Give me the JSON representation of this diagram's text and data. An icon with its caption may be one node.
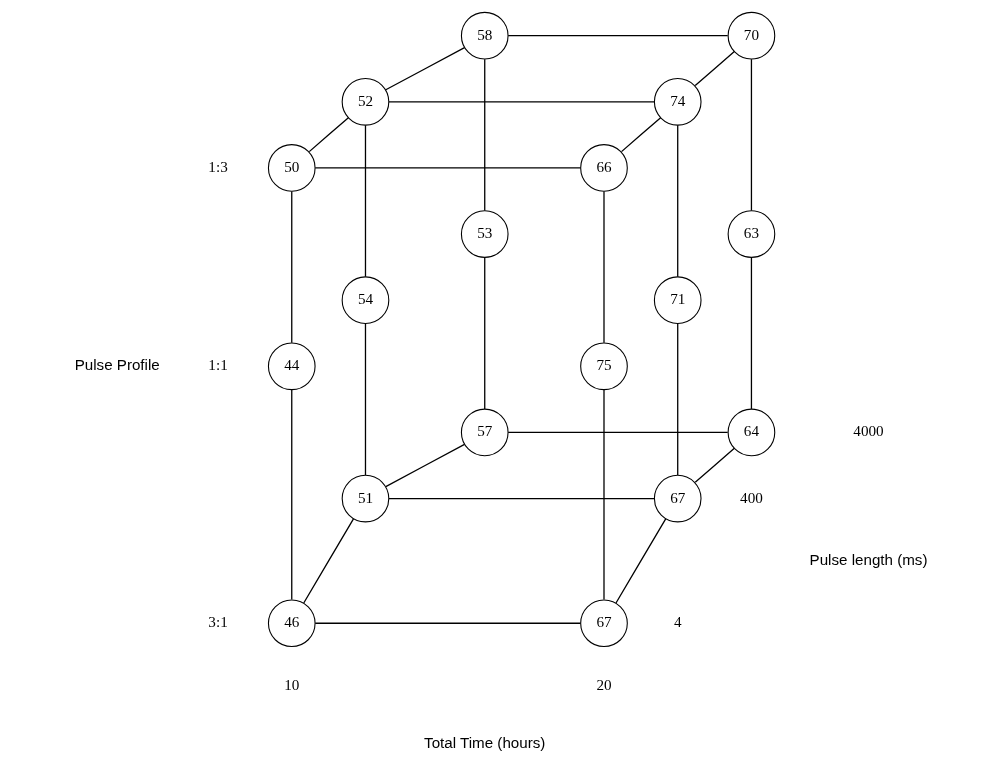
{
  "diagram": {
    "nodes": [
      {
        "text": [
          "58"
        ]
      },
      {
        "text": [
          "70"
        ]
      },
      {
        "text": [
          "52"
        ]
      },
      {
        "text": [
          "74"
        ]
      },
      {
        "text": [
          "50"
        ]
      },
      {
        "text": [
          "66"
        ]
      },
      {
        "text": [
          "53"
        ]
      },
      {
        "text": [
          "63"
        ]
      },
      {
        "text": [
          "54"
        ]
      },
      {
        "text": [
          "71"
        ]
      },
      {
        "text": [
          "44"
        ]
      },
      {
        "text": [
          "75"
        ]
      },
      {
        "text": [
          "57"
        ]
      },
      {
        "text": [
          "64"
        ]
      },
      {
        "text": [
          "51"
        ]
      },
      {
        "text": [
          "67"
        ]
      },
      {
        "text": [
          "46"
        ]
      },
      {
        "text": [
          "67"
        ]
      }
    ],
    "edges": [
      {
        "from": 0,
        "to": 1,
        "arrow": "none"
      },
      {
        "from": 0,
        "to": 2,
        "arrow": "none"
      },
      {
        "from": 0,
        "to": 6,
        "arrow": "none"
      },
      {
        "from": 1,
        "to": 3,
        "arrow": "none"
      },
      {
        "from": 1,
        "to": 7,
        "arrow": "none"
      },
      {
        "from": 2,
        "to": 3,
        "arrow": "none"
      },
      {
        "from": 2,
        "to": 8,
        "arrow": "none"
      },
      {
        "from": 4,
        "to": 2,
        "arrow": "none"
      },
      {
        "from": 3,
        "to": 5,
        "arrow": "none"
      },
      {
        "from": 3,
        "to": 9,
        "arrow": "none"
      },
      {
        "from": 4,
        "to": 5,
        "arrow": "none"
      },
      {
        "from": 4,
        "to": 10,
        "arrow": "none"
      },
      {
        "from": 5,
        "to": 11,
        "arrow": "none"
      },
      {
        "from": 6,
        "to": 12,
        "arrow": "none"
      },
      {
        "from": 7,
        "to": 13,
        "arrow": "none"
      },
      {
        "from": 8,
        "to": 14,
        "arrow": "none"
      },
      {
        "from": 9,
        "to": 15,
        "arrow": "none"
      },
      {
        "from": 10,
        "to": 16,
        "arrow": "none"
      },
      {
        "from": 11,
        "to": 17,
        "arrow": "none"
      },
      {
        "from": 12,
        "to": 13,
        "arrow": "none"
      },
      {
        "from": 12,
        "to": 14,
        "arrow": "none"
      },
      {
        "from": 14,
        "to": 15,
        "arrow": "none"
      },
      {
        "from": 14,
        "to": 16,
        "arrow": "none"
      },
      {
        "from": 15,
        "to": 13,
        "arrow": "none"
      },
      {
        "from": 16,
        "to": 17,
        "arrow": "none"
      },
      {
        "from": 17,
        "to": 15,
        "arrow": "none"
      }
    ],
    "labels": [
      "1:3",
      "Pulse Profile",
      "1:1",
      "4000",
      "400",
      "Pulse length (ms)",
      "3:1",
      "4",
      "10",
      "20",
      "Total Time (hours)"
    ]
  }
}
